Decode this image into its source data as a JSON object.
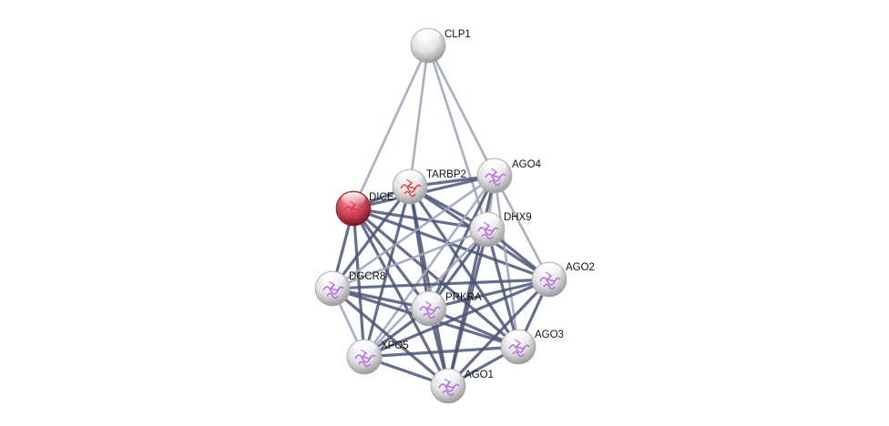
{
  "network": {
    "query_node": "DICER1",
    "colors": {
      "edge": "#4a5578",
      "edge_light": "#9ea5bd",
      "query_node": "#c9404f",
      "node": "#e6e6e6",
      "structure": "#b86fe0",
      "query_structure": "#e0345a"
    },
    "nodes": [
      {
        "id": "CLP1",
        "label": "CLP1",
        "structure": false,
        "query": false
      },
      {
        "id": "TARBP2",
        "label": "TARBP2",
        "structure": true,
        "query": false
      },
      {
        "id": "DICER1",
        "label": "DICE",
        "structure": true,
        "query": true
      },
      {
        "id": "AGO4",
        "label": "AGO4",
        "structure": true,
        "query": false
      },
      {
        "id": "DHX9",
        "label": "DHX9",
        "structure": true,
        "query": false
      },
      {
        "id": "AGO2",
        "label": "AGO2",
        "structure": true,
        "query": false
      },
      {
        "id": "DGCR8",
        "label": "DGCR8",
        "structure": true,
        "query": false
      },
      {
        "id": "PRKRA",
        "label": "PRKRA",
        "structure": true,
        "query": false
      },
      {
        "id": "XPO5",
        "label": "XPO5",
        "structure": true,
        "query": false
      },
      {
        "id": "AGO3",
        "label": "AGO3",
        "structure": true,
        "query": false
      },
      {
        "id": "AGO1",
        "label": "AGO1",
        "structure": true,
        "query": false
      }
    ],
    "edges": [
      [
        "CLP1",
        "DICER1",
        0.8
      ],
      [
        "CLP1",
        "TARBP2",
        0.8
      ],
      [
        "CLP1",
        "DHX9",
        0.7
      ],
      [
        "CLP1",
        "AGO4",
        0.5
      ],
      [
        "DICER1",
        "TARBP2",
        1
      ],
      [
        "DICER1",
        "AGO4",
        1
      ],
      [
        "DICER1",
        "DHX9",
        1
      ],
      [
        "DICER1",
        "AGO2",
        1
      ],
      [
        "DICER1",
        "DGCR8",
        1
      ],
      [
        "DICER1",
        "PRKRA",
        1
      ],
      [
        "DICER1",
        "XPO5",
        1
      ],
      [
        "DICER1",
        "AGO3",
        1
      ],
      [
        "DICER1",
        "AGO1",
        1
      ],
      [
        "TARBP2",
        "AGO4",
        1
      ],
      [
        "TARBP2",
        "DHX9",
        1
      ],
      [
        "TARBP2",
        "AGO2",
        1
      ],
      [
        "TARBP2",
        "DGCR8",
        1
      ],
      [
        "TARBP2",
        "PRKRA",
        1
      ],
      [
        "TARBP2",
        "XPO5",
        1
      ],
      [
        "TARBP2",
        "AGO3",
        1
      ],
      [
        "TARBP2",
        "AGO1",
        1
      ],
      [
        "AGO4",
        "DHX9",
        0.8
      ],
      [
        "AGO4",
        "AGO2",
        0.6
      ],
      [
        "AGO4",
        "PRKRA",
        1
      ],
      [
        "AGO4",
        "DGCR8",
        0.8
      ],
      [
        "AGO4",
        "XPO5",
        0.8
      ],
      [
        "AGO4",
        "AGO1",
        1
      ],
      [
        "AGO4",
        "AGO3",
        0.8
      ],
      [
        "DHX9",
        "AGO2",
        1
      ],
      [
        "DHX9",
        "PRKRA",
        1
      ],
      [
        "DHX9",
        "AGO1",
        1
      ],
      [
        "DHX9",
        "AGO3",
        1
      ],
      [
        "DHX9",
        "XPO5",
        0.8
      ],
      [
        "DHX9",
        "DGCR8",
        0.8
      ],
      [
        "AGO2",
        "DGCR8",
        1
      ],
      [
        "AGO2",
        "PRKRA",
        1
      ],
      [
        "AGO2",
        "XPO5",
        1
      ],
      [
        "AGO2",
        "AGO3",
        1
      ],
      [
        "AGO2",
        "AGO1",
        1
      ],
      [
        "DGCR8",
        "PRKRA",
        1
      ],
      [
        "DGCR8",
        "XPO5",
        0.6
      ],
      [
        "DGCR8",
        "AGO1",
        1
      ],
      [
        "DGCR8",
        "AGO3",
        1
      ],
      [
        "PRKRA",
        "XPO5",
        1
      ],
      [
        "PRKRA",
        "AGO1",
        1
      ],
      [
        "PRKRA",
        "AGO3",
        1
      ],
      [
        "XPO5",
        "AGO1",
        1
      ],
      [
        "XPO5",
        "AGO3",
        1
      ],
      [
        "AGO3",
        "AGO1",
        1
      ]
    ]
  }
}
